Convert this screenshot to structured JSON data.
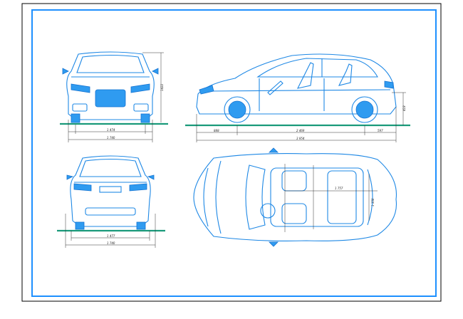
{
  "colors": {
    "car_line": "#1e88e5",
    "car_fill": "#2f9bf0",
    "ground": "#1a9a7a",
    "inner_border": "#1e90ff",
    "outer_border": "#000000"
  },
  "dimensions": {
    "front_height": "1422",
    "front_track_width": "1 474",
    "front_overall_width": "1 740",
    "side_front_overhang": "888",
    "side_wheelbase": "2 469",
    "side_rear_overhang": "597",
    "side_overall_length": "3 954",
    "side_height": "418",
    "top_interior_length": "1 757",
    "top_interior_width": "1 350",
    "rear_track_width": "1 477",
    "rear_overall_width": "1 740"
  }
}
